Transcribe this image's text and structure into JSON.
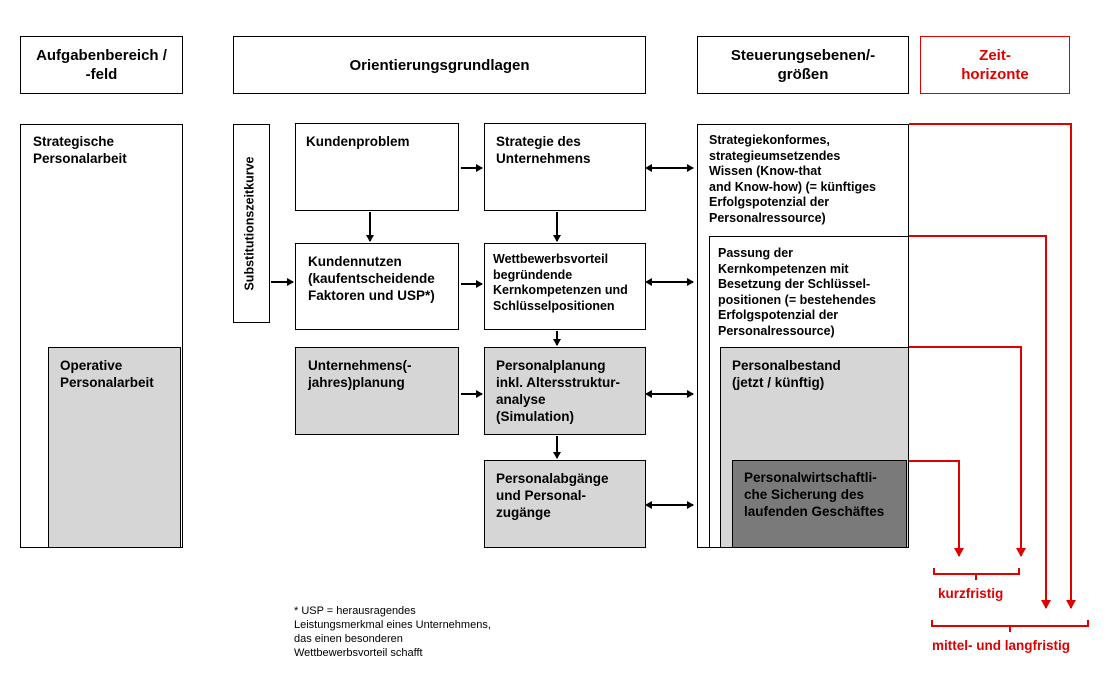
{
  "headers": {
    "area": "Aufgabenbereich /\n-feld",
    "orientation": "Orientierungsgrundlagen",
    "control": "Steuerungsebenen/-\ngrößen",
    "time": "Zeit-\nhorizonte"
  },
  "area_column": {
    "strategic": "Strategische\nPersonalarbeit",
    "operative": "Operative\nPersonalarbeit"
  },
  "substitution_label": "Substitutionszeitkurve",
  "orientation_boxes": {
    "kundenproblem": "Kundenproblem",
    "strategie": "Strategie des\nUnternehmens",
    "kundennutzen": "Kundennutzen\n(kaufentscheidende\nFaktoren und USP*)",
    "wettbewerb": "Wettbewerbsvorteil\nbegründende\nKernkompetenzen und\nSchlüsselpositionen",
    "unternehmensplanung": "Unternehmens(-\njahres)planung",
    "personalplanung": "Personalplanung\ninkl. Altersstruktur-\nanalyse\n(Simulation)",
    "abgaenge": "Personalabgänge\nund Personal-\nzugänge"
  },
  "control_boxes": {
    "wissen": "Strategiekonformes,\nstrategieumsetzendes\nWissen (Know-that\nand Know-how) (= künftiges\nErfolgspotenzial der\nPersonalressource)",
    "passung": "Passung der\nKernkompetenzen mit\nBesetzung der Schlüssel-\npositionen (= bestehendes\nErfolgspotenzial der\nPersonalressource)",
    "bestand": "Personalbestand\n(jetzt / künftig)",
    "sicherung": "Personalwirtschaftli-\nche Sicherung des\nlaufenden Geschäftes"
  },
  "footnote": "* USP = herausragendes\nLeistungsmerkmal eines Unternehmens,\ndas einen besonderen\nWettbewerbsvorteil schafft",
  "time_labels": {
    "short": "kurzfristig",
    "long": "mittel- und langfristig"
  },
  "colors": {
    "red": "#e00000",
    "gray": "#d6d6d6",
    "dark_gray": "#7a7a7a"
  }
}
